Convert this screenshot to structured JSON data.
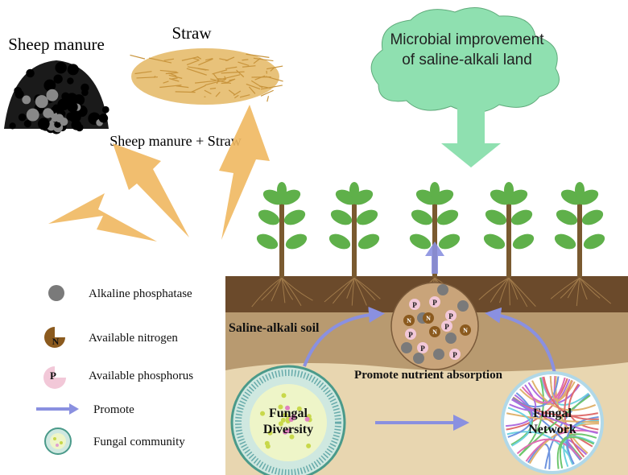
{
  "inputs": {
    "sheep_manure_label": "Sheep manure",
    "straw_label": "Straw",
    "combined_label": "Sheep manure + Straw"
  },
  "cloud": {
    "line1": "Microbial improvement",
    "line2": "of saline-alkali land"
  },
  "soil": {
    "layer_label": "Saline-alkali soil",
    "process_label": "Promote nutrient absorption"
  },
  "nutrient_circle": {
    "nitrogen_letter": "N",
    "phosphorus_letter": "P"
  },
  "fungi": {
    "diversity_line1": "Fungal",
    "diversity_line2": "Diversity",
    "network_line1": "Fungal",
    "network_line2": "Network"
  },
  "legend": {
    "items": [
      {
        "label": "Alkaline phosphatase",
        "icon": "gray-dot-icon"
      },
      {
        "label": "Available nitrogen",
        "icon": "nitrogen-icon",
        "letter": "N"
      },
      {
        "label": "Available phosphorus",
        "icon": "phosphorus-icon",
        "letter": "P"
      },
      {
        "label": "Promote",
        "icon": "arrow-icon"
      },
      {
        "label": "Fungal community",
        "icon": "fungal-community-icon"
      }
    ]
  },
  "colors": {
    "cloud": "#8fe0b0",
    "arrow_green": "#8fe0b0",
    "lightning": "#f0b860",
    "topsoil": "#6b4a2b",
    "midsoil": "#b89a70",
    "subsoil": "#e8d6b0",
    "promote_arrow": "#8a90e0",
    "nitrogen": "#8b5a1e",
    "phosphorus": "#f2c8d8",
    "phosphatase": "#7a7a7a"
  }
}
